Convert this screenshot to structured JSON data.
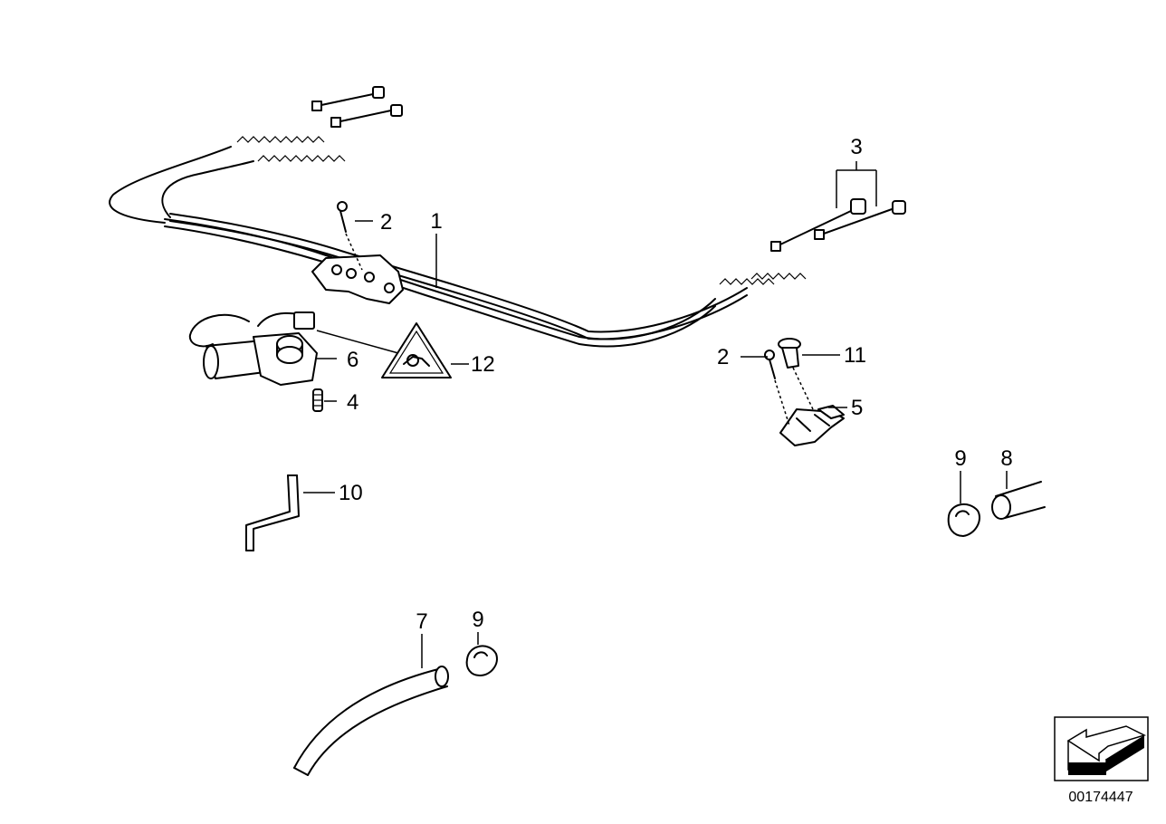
{
  "callouts": {
    "c1": "1",
    "c2a": "2",
    "c2b": "2",
    "c3": "3",
    "c4": "4",
    "c5": "5",
    "c6": "6",
    "c7": "7",
    "c8": "8",
    "c9a": "9",
    "c9b": "9",
    "c10": "10",
    "c11": "11",
    "c12": "12"
  },
  "document_number": "00174447",
  "icons": {
    "orientation": "arrow-left-down-icon",
    "warning": "warning-triangle-icon"
  }
}
